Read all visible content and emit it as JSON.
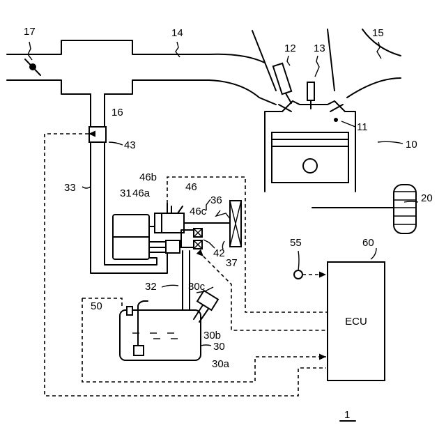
{
  "figure_number": "1",
  "ecu_label": "ECU",
  "reference_numerals": {
    "n1": "1",
    "n10": "10",
    "n11": "11",
    "n12": "12",
    "n13": "13",
    "n14": "14",
    "n15": "15",
    "n16": "16",
    "n17": "17",
    "n20": "20",
    "n30": "30",
    "n30a": "30a",
    "n30b": "30b",
    "n30c": "30c",
    "n31": "31",
    "n32": "32",
    "n33": "33",
    "n36": "36",
    "n37": "37",
    "n42": "42",
    "n43": "43",
    "n46": "46",
    "n46a": "46a",
    "n46b": "46b",
    "n46c": "46c",
    "n50": "50",
    "n55": "55",
    "n60": "60"
  }
}
